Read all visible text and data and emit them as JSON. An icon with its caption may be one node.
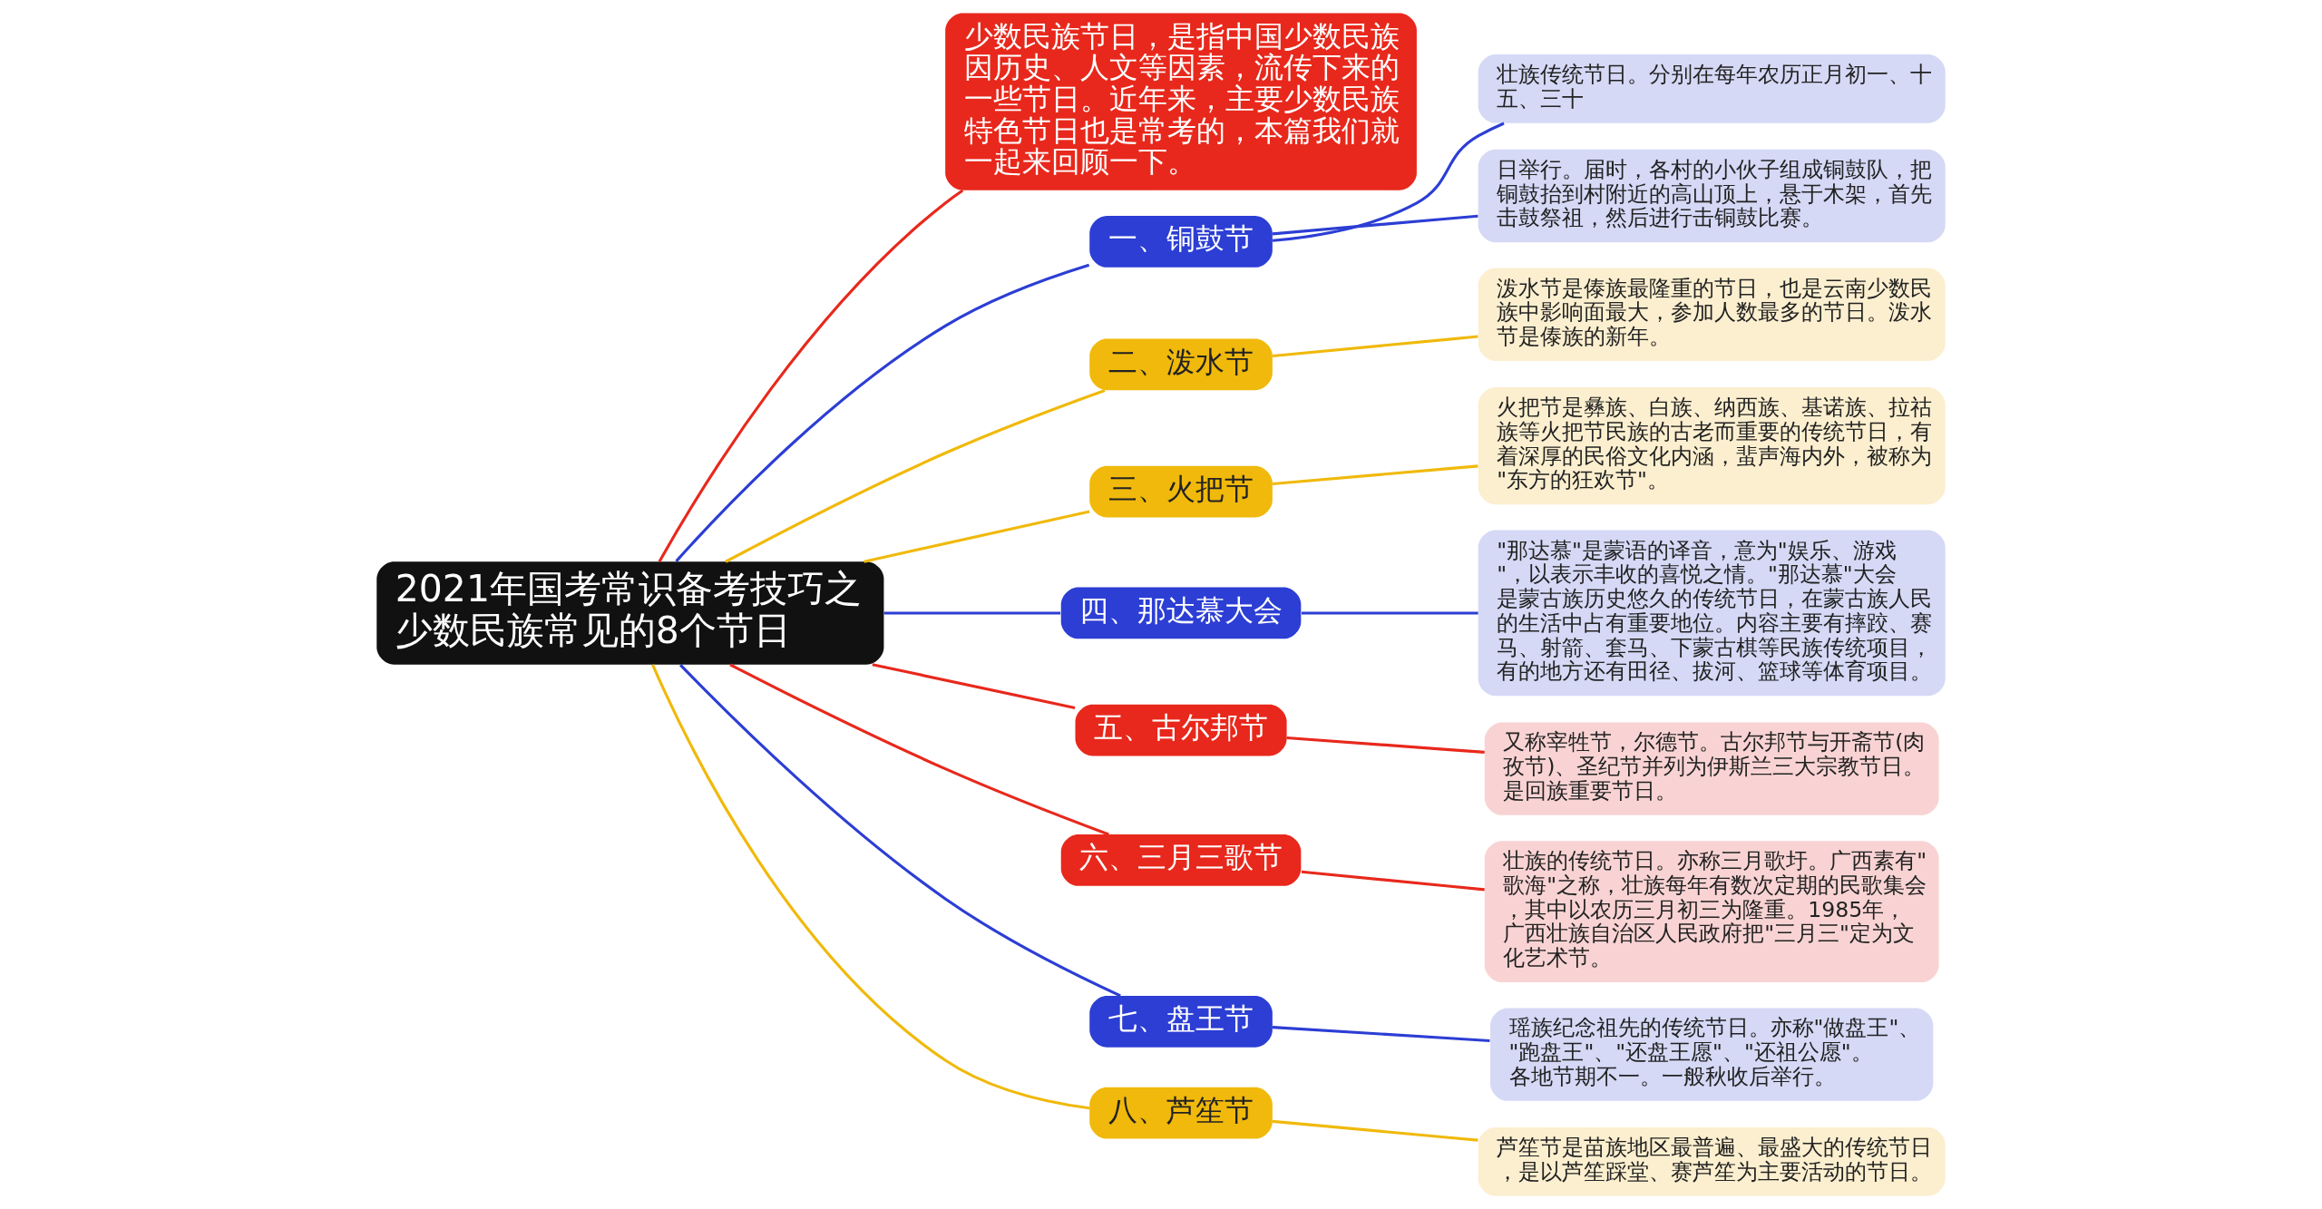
{
  "diagram": {
    "nodes": [
      {
        "text": [
          "2021年国考常识备考技巧之少数民族常见的8个节日"
        ]
      },
      {
        "text": [
          "少数民族节日，是指中国少数民族因历史、人文等因素，流传下来的一些节日。近年来，主要少数民族特色节日也是常考的，本篇我们就一起来回顾一下。"
        ]
      },
      {
        "text": [
          "一、铜鼓节"
        ]
      },
      {
        "text": [
          "壮族传统节日。分别在每年农历正月初一、十五、三十"
        ]
      },
      {
        "text": [
          "日举行。届时，各村的小伙子组成铜鼓队，把铜鼓抬到村附近的高山顶上，悬于木架，首先击鼓祭祖，然后进行击铜鼓比赛。"
        ]
      },
      {
        "text": [
          "二、泼水节"
        ]
      },
      {
        "text": [
          "泼水节是傣族最隆重的节日，也是云南少数民族中影响面最大，参加人数最多的节日。泼水节是傣族的新年。"
        ]
      },
      {
        "text": [
          "三、火把节"
        ]
      },
      {
        "text": [
          "火把节是彝族、白族、纳西族、基诺族、拉祜族等火把节民族的古老而重要的传统节日，有着深厚的民俗文化内涵，蜚声海内外，被称为\"东方的狂欢节\"。"
        ]
      },
      {
        "text": [
          "四、那达慕大会"
        ]
      },
      {
        "text": [
          "\"那达慕\"是蒙语的译音，意为\"娱乐、游戏\"，以表示丰收的喜悦之情。\"那达慕\"大会是蒙古族历史悠久的传统节日，在蒙古族人民的生活中占有重要地位。内容主要有摔跤、赛马、射箭、套马、下蒙古棋等民族传统项目，有的地方还有田径、拔河、篮球等体育项目。"
        ]
      },
      {
        "text": [
          "五、古尔邦节"
        ]
      },
      {
        "text": [
          "又称宰牲节，尔德节。古尔邦节与开斋节(肉孜节)、圣纪节并列为伊斯兰三大宗教节日。是回族重要节日。"
        ]
      },
      {
        "text": [
          "六、三月三歌节"
        ]
      },
      {
        "text": [
          "壮族的传统节日。亦称三月歌圩。广西素有\"歌海\"之称，壮族每年有数次定期的民歌集会，其中以农历三月初三为隆重。1985年，广西壮族自治区人民政府把\"三月三\"定为文化艺术节。"
        ]
      },
      {
        "text": [
          "七、盘王节"
        ]
      },
      {
        "text": [
          "瑶族纪念祖先的传统节日。亦称\"做盘王\"、\"跑盘王\"、\"还盘王愿\"、\"还祖公愿\"。各地节期不一。一般秋收后举行。"
        ]
      },
      {
        "text": [
          "八、芦笙节"
        ]
      },
      {
        "text": [
          "芦笙节是苗族地区最普遍、最盛大的传统节日，是以芦笙踩堂、赛芦笙为主要活动的节日。"
        ]
      }
    ],
    "edges": [
      {
        "from": 0,
        "to": 1,
        "arrow": "none",
        "color": "#e8281c"
      },
      {
        "from": 0,
        "to": 2,
        "arrow": "none"
      },
      {
        "from": 2,
        "to": 3,
        "arrow": "none"
      },
      {
        "from": 2,
        "to": 4,
        "arrow": "none"
      },
      {
        "from": 0,
        "to": 5,
        "arrow": "none",
        "color": "#f0b90b"
      },
      {
        "from": 5,
        "to": 6,
        "arrow": "none",
        "color": "#f0b90b"
      },
      {
        "from": 0,
        "to": 7,
        "arrow": "none",
        "color": "#f0b90b"
      },
      {
        "from": 7,
        "to": 8,
        "arrow": "none",
        "color": "#f0b90b"
      },
      {
        "from": 0,
        "to": 9,
        "arrow": "none"
      },
      {
        "from": 9,
        "to": 10,
        "arrow": "none"
      },
      {
        "from": 0,
        "to": 11,
        "arrow": "none",
        "color": "#e8281c"
      },
      {
        "from": 11,
        "to": 12,
        "arrow": "none",
        "color": "#e8281c"
      },
      {
        "from": 0,
        "to": 13,
        "arrow": "none",
        "color": "#e8281c"
      },
      {
        "from": 13,
        "to": 14,
        "arrow": "none",
        "color": "#e8281c"
      },
      {
        "from": 0,
        "to": 15,
        "arrow": "none"
      },
      {
        "from": 15,
        "to": 16,
        "arrow": "none"
      },
      {
        "from": 0,
        "to": 17,
        "arrow": "none",
        "color": "#f0b90b"
      },
      {
        "from": 17,
        "to": 18,
        "arrow": "none",
        "color": "#f0b90b"
      }
    ]
  }
}
